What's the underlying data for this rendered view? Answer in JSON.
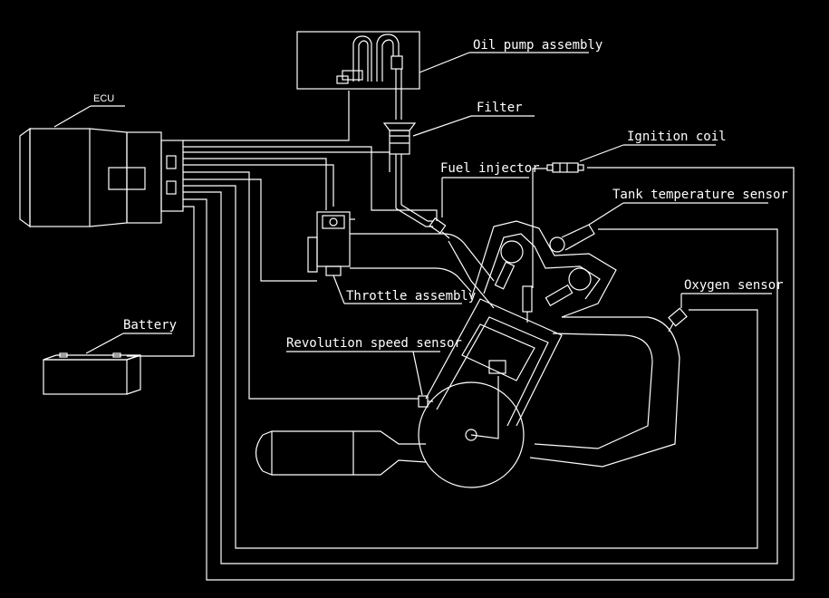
{
  "diagram": {
    "background": "#000000",
    "stroke_color": "#ffffff",
    "labels": {
      "ecu": "ECU",
      "oil_pump": "Oil pump assembly",
      "filter": "Filter",
      "ignition_coil": "Ignition coil",
      "fuel_injector": "Fuel injector",
      "tank_temp": "Tank temperature sensor",
      "oxygen": "Oxygen sensor",
      "throttle": "Throttle assembly",
      "battery": "Battery",
      "rev_speed": "Revolution speed sensor"
    }
  }
}
